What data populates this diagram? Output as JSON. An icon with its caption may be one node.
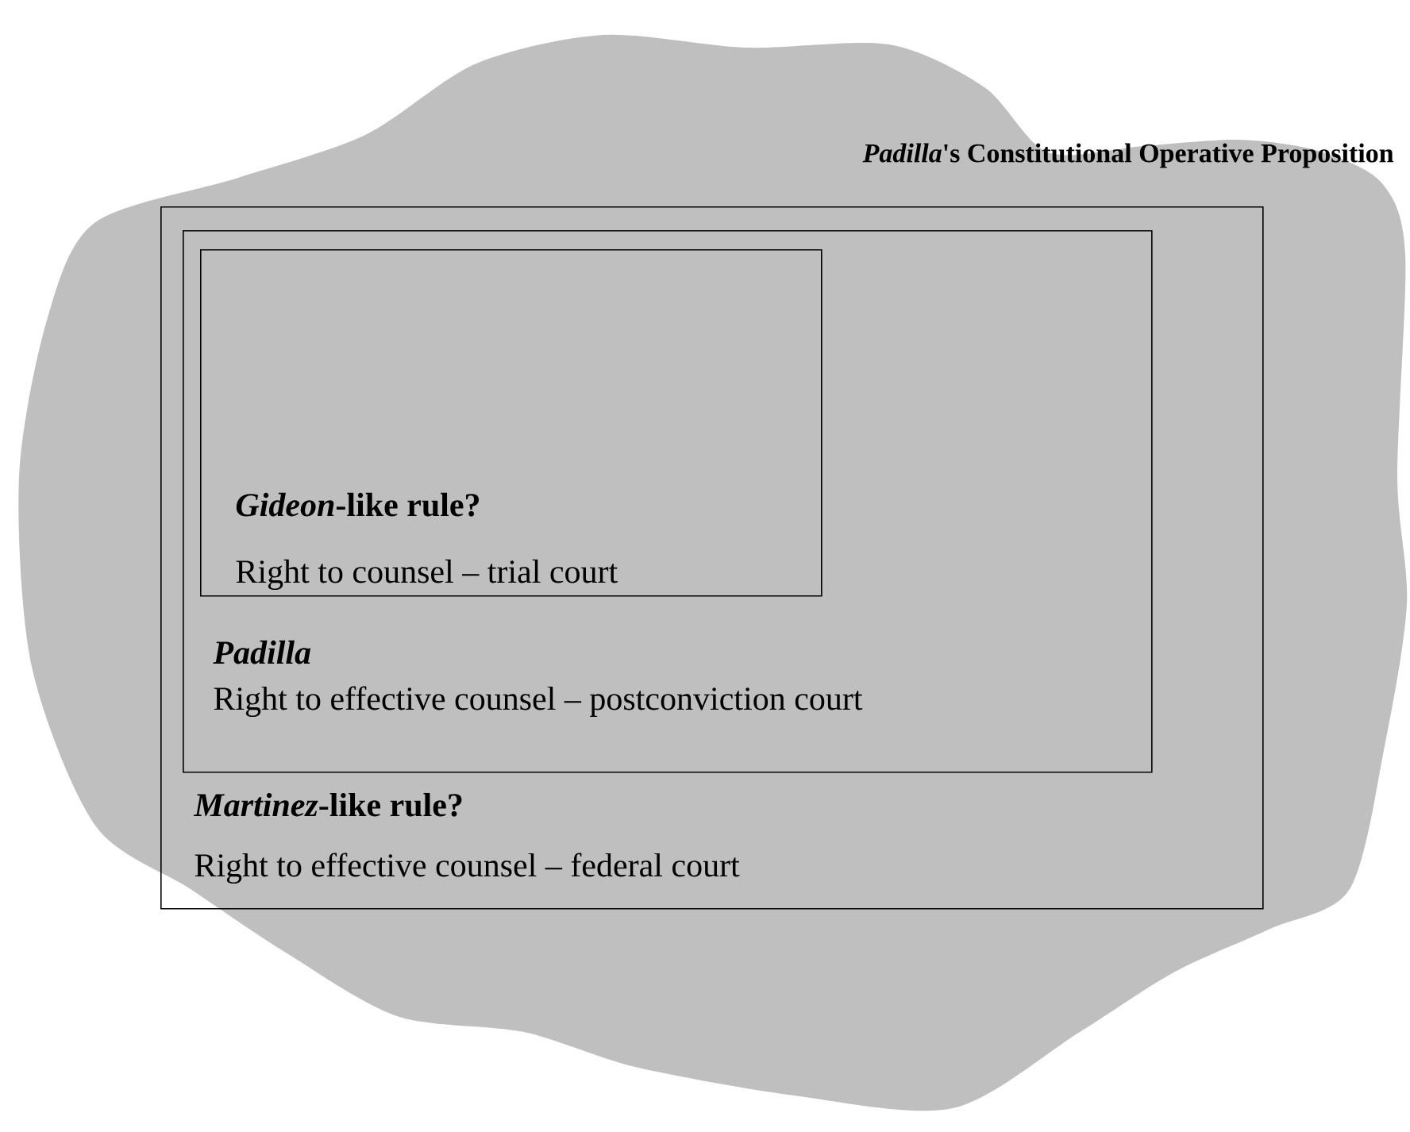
{
  "diagram": {
    "nodes": [
      {
        "text": [
          "*Padilla*'s Constitutional Operative Proposition"
        ]
      },
      {
        "text": [
          "*Martinez*-like rule?",
          "Right to effective counsel –  federal court"
        ],
        "in": 0
      },
      {
        "text": [
          "Padilla",
          "Right to effective counsel –  postconviction court"
        ],
        "in": 1
      },
      {
        "text": [
          "*Gideon*-like rule?",
          "Right to counsel –  trial court"
        ],
        "in": 2
      }
    ]
  }
}
